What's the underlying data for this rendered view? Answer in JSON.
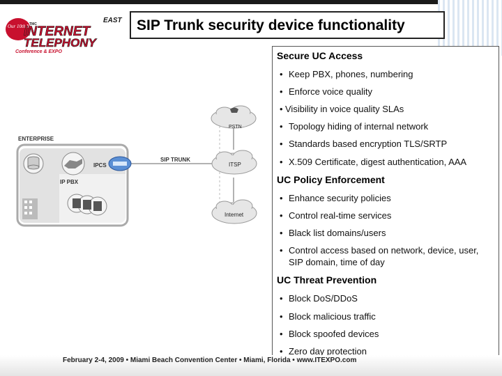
{
  "title": "SIP Trunk security device functionality",
  "logo": {
    "script": "Our 10th Year",
    "east": "EAST",
    "tmc": "TMC",
    "line1": "INTERNET",
    "line2": "TELEPHONY",
    "line3": "Conference & EXPO"
  },
  "diagram": {
    "enterprise": "ENTERPRISE",
    "ipcs": "IPCS",
    "ip_pbx": "IP PBX",
    "sip_trunk": "SIP TRUNK",
    "pstn": "PSTN",
    "itsp": "ITSP",
    "internet": "Internet"
  },
  "sections": [
    {
      "heading": "Secure UC Access",
      "bullets": [
        "Keep PBX, phones, numbering",
        "Enforce voice quality",
        "Visibility in voice quality SLAs",
        "Topology hiding of internal network",
        "Standards based encryption  TLS/SRTP",
        "X.509 Certificate, digest authentication, AAA"
      ]
    },
    {
      "heading": "UC Policy Enforcement",
      "bullets": [
        "Enhance security policies",
        "Control real-time services",
        "Black list domains/users",
        "Control access based on network, device, user,",
        "SIP domain, time of day"
      ]
    },
    {
      "heading": "UC Threat Prevention",
      "bullets": [
        "Block DoS/DDoS",
        "Block malicious traffic",
        "Block spoofed devices",
        "Zero day protection"
      ]
    }
  ],
  "footer": "February 2-4, 2009  •  Miami Beach Convention Center  •  Miami, Florida  •  www.ITEXPO.com"
}
